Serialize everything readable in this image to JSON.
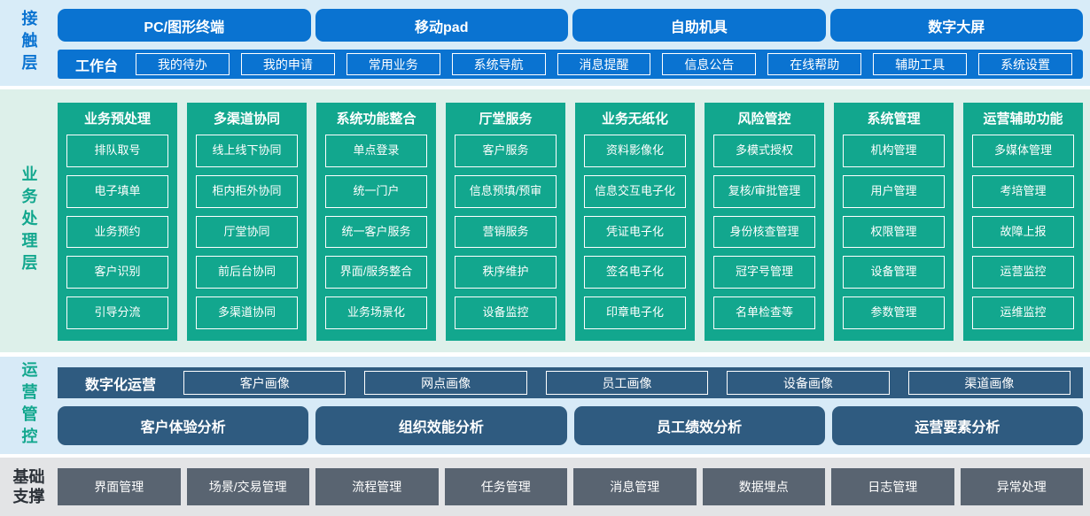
{
  "colors": {
    "accent_blue": "#0a73d1",
    "accent_green": "#12a78e",
    "accent_slate": "#2f5b80",
    "accent_gray": "#596471",
    "bg_blue_band": "#d8ecf8",
    "bg_green_band": "#ddf0ea",
    "bg_gray_band": "#e3e4e6"
  },
  "layers": {
    "contact": {
      "label": "接触层",
      "channels": [
        "PC/图形终端",
        "移动pad",
        "自助机具",
        "数字大屏"
      ],
      "workbench": {
        "label": "工作台",
        "items": [
          "我的待办",
          "我的申请",
          "常用业务",
          "系统导航",
          "消息提醒",
          "信息公告",
          "在线帮助",
          "辅助工具",
          "系统设置"
        ]
      }
    },
    "business": {
      "label": "业务处理层",
      "columns": [
        {
          "title": "业务预处理",
          "items": [
            "排队取号",
            "电子填单",
            "业务预约",
            "客户识别",
            "引导分流"
          ]
        },
        {
          "title": "多渠道协同",
          "items": [
            "线上线下协同",
            "柜内柜外协同",
            "厅堂协同",
            "前后台协同",
            "多渠道协同"
          ]
        },
        {
          "title": "系统功能整合",
          "items": [
            "单点登录",
            "统一门户",
            "统一客户服务",
            "界面/服务整合",
            "业务场景化"
          ]
        },
        {
          "title": "厅堂服务",
          "items": [
            "客户服务",
            "信息预填/预审",
            "营销服务",
            "秩序维护",
            "设备监控"
          ]
        },
        {
          "title": "业务无纸化",
          "items": [
            "资料影像化",
            "信息交互电子化",
            "凭证电子化",
            "签名电子化",
            "印章电子化"
          ]
        },
        {
          "title": "风险管控",
          "items": [
            "多模式授权",
            "复核/审批管理",
            "身份核查管理",
            "冠字号管理",
            "名单检查等"
          ]
        },
        {
          "title": "系统管理",
          "items": [
            "机构管理",
            "用户管理",
            "权限管理",
            "设备管理",
            "参数管理"
          ]
        },
        {
          "title": "运营辅助功能",
          "items": [
            "多媒体管理",
            "考培管理",
            "故障上报",
            "运营监控",
            "运维监控"
          ]
        }
      ]
    },
    "operation": {
      "label": "运营管控",
      "digital": {
        "label": "数字化运营",
        "items": [
          "客户画像",
          "网点画像",
          "员工画像",
          "设备画像",
          "渠道画像"
        ]
      },
      "analysis": [
        "客户体验分析",
        "组织效能分析",
        "员工绩效分析",
        "运营要素分析"
      ]
    },
    "foundation": {
      "label": "基础支撑",
      "items": [
        "界面管理",
        "场景/交易管理",
        "流程管理",
        "任务管理",
        "消息管理",
        "数据埋点",
        "日志管理",
        "异常处理"
      ]
    }
  }
}
